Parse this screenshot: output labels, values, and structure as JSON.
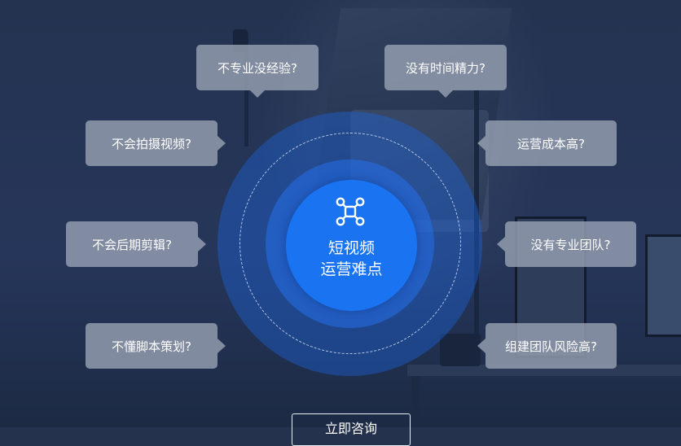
{
  "center": {
    "title_line1": "短视频",
    "title_line2": "运营难点",
    "icon": "network-hub-icon",
    "color": "#1a74f2"
  },
  "pain_points": {
    "no_experience": "不专业没经验?",
    "no_time": "没有时间精力?",
    "cant_shoot": "不会拍摄视频?",
    "high_cost": "运营成本高?",
    "cant_edit": "不会后期剪辑?",
    "no_team": "没有专业团队?",
    "no_script": "不懂脚本策划?",
    "team_risk": "组建团队风险高?"
  },
  "cta": {
    "label": "立即咨询"
  }
}
